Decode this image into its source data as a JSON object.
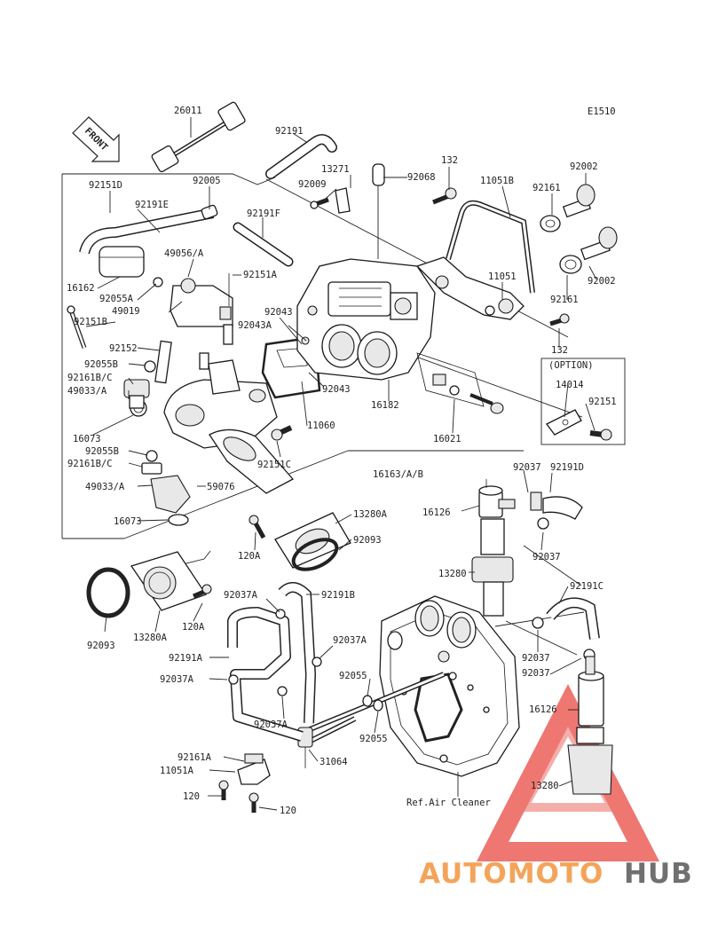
{
  "diagram": {
    "code": "E1510",
    "front_label": "FRONT",
    "option_label": "(OPTION)",
    "ref_note": "Ref.Air Cleaner",
    "callouts": [
      "26011",
      "92191",
      "92005",
      "92151D",
      "92191E",
      "13271",
      "92009",
      "92068",
      "132",
      "11051B",
      "92161",
      "92002",
      "92191F",
      "49056/A",
      "92151A",
      "16162",
      "92055A",
      "49019",
      "11051",
      "92002",
      "92161",
      "92043",
      "92043A",
      "92151B",
      "132",
      "92152",
      "92055B",
      "92161B/C",
      "49033/A",
      "92043",
      "11060",
      "16182",
      "14014",
      "92151",
      "16073",
      "16021",
      "92055B",
      "92161B/C",
      "92151C",
      "49033/A",
      "59076",
      "16163/A/B",
      "92037",
      "92191D",
      "16126",
      "16073",
      "13280A",
      "92093",
      "120A",
      "13280",
      "92037",
      "92037A",
      "92191B",
      "92191C",
      "92093",
      "13280A",
      "120A",
      "92191A",
      "92037A",
      "92037",
      "92037A",
      "92055",
      "92037",
      "92037A",
      "16126",
      "92055",
      "92161A",
      "31064",
      "11051A",
      "13280",
      "120",
      "120"
    ]
  },
  "watermark": {
    "part1": "AUTOMOTO",
    "part2": "HUB",
    "color1": "#f4a45a",
    "color2": "#707070",
    "triangle_color": "#e8443c"
  }
}
